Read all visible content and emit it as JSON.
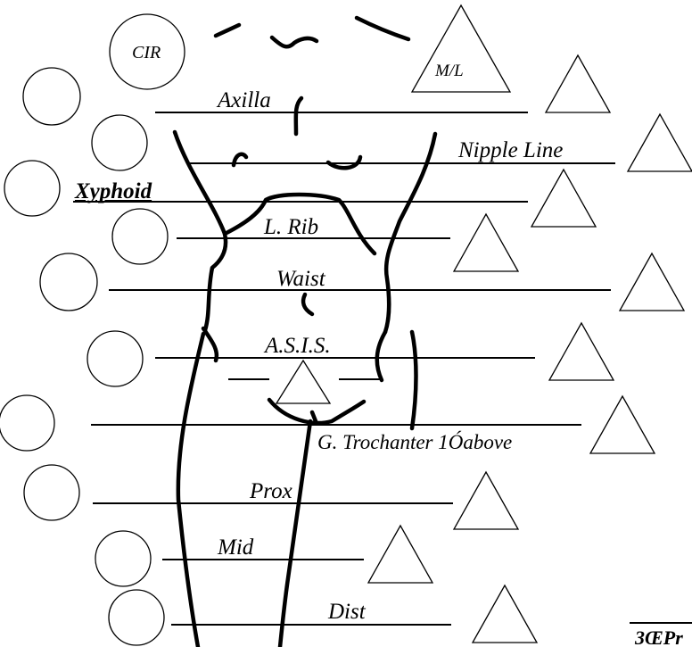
{
  "legend": {
    "circle_label": "CIR",
    "triangle_label": "M/L"
  },
  "levels": {
    "axilla": "Axilla",
    "nipple_line": "Nipple Line",
    "xyphoid": "Xyphoid",
    "lower_rib": "L. Rib",
    "waist": "Waist",
    "asis": "A.S.I.S.",
    "greater_trochanter": "G. Trochanter 1Óabove",
    "proximal": "Prox",
    "mid": "Mid",
    "distal": "Dist"
  },
  "footer": {
    "corner_text": "3ŒPr"
  },
  "colors": {
    "ink": "#000000",
    "background": "#ffffff"
  }
}
